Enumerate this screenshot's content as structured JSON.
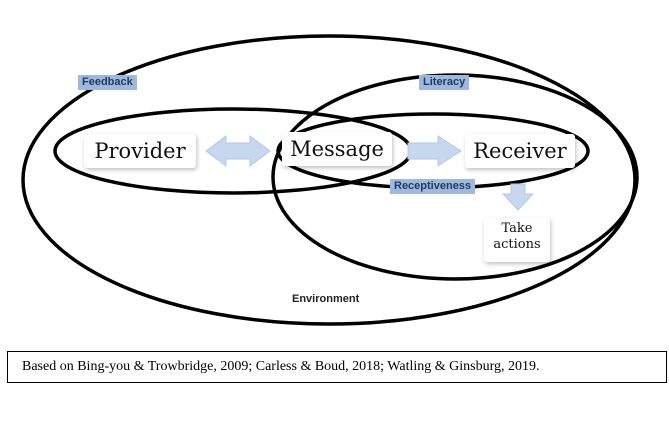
{
  "diagram": {
    "labels": {
      "feedback": "Feedback",
      "literacy": "Literacy",
      "receptiveness": "Receptiveness",
      "environment": "Environment"
    },
    "nodes": {
      "provider": "Provider",
      "message": "Message",
      "receiver": "Receiver",
      "take_actions_line1": "Take",
      "take_actions_line2": "actions"
    },
    "colors": {
      "label_fill": "#9fb8dd",
      "arrow_fill": "#c7d8ee",
      "outline": "#000000"
    }
  },
  "citation": "Based on Bing-you & Trowbridge, 2009; Carless & Boud, 2018; Watling & Ginsburg, 2019."
}
